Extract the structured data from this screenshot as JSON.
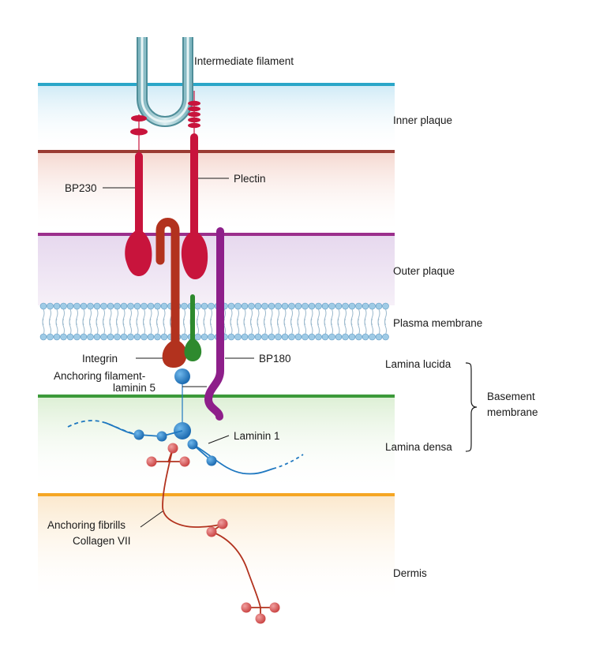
{
  "labels": {
    "intermediate_filament": "Intermediate filament",
    "inner_plaque": "Inner plaque",
    "bp230": "BP230",
    "plectin": "Plectin",
    "outer_plaque": "Outer plaque",
    "plasma_membrane": "Plasma membrane",
    "integrin": "Integrin",
    "bp180": "BP180",
    "anchoring_filament_line1": "Anchoring filament-",
    "anchoring_filament_line2": "laminin 5",
    "laminin1": "Laminin 1",
    "lamina_lucida": "Lamina lucida",
    "lamina_densa": "Lamina densa",
    "basement_line1": "Basement",
    "basement_line2": "membrane",
    "anchoring_fibrils": "Anchoring fibrills",
    "collagen7": "Collagen VII",
    "dermis": "Dermis"
  },
  "colors": {
    "inner_plaque_line": "#2aa6c8",
    "inner_plaque_bg": "#d6eef7",
    "bp230_line": "#9a3b33",
    "bp230_zone_bg": "#f7ddd6",
    "outer_plaque_line": "#9b2f8c",
    "outer_plaque_bg": "#ece1f0",
    "membrane_head": "#9fcbe6",
    "membrane_head_edge": "#5c97c1",
    "lamina_densa_line": "#3c9a3a",
    "lamina_densa_bg": "#e3f0dd",
    "dermis_line": "#f5a623",
    "dermis_bg": "#fcefdc",
    "bp230": "#c8143c",
    "plectin": "#c8143c",
    "integrin": "#b2321e",
    "integrin_beta": "#2e8a2e",
    "bp180": "#8e1f8a",
    "laminin": "#1f78c0",
    "collagen": "#c83c3c",
    "filament": "#5a9aa6"
  }
}
